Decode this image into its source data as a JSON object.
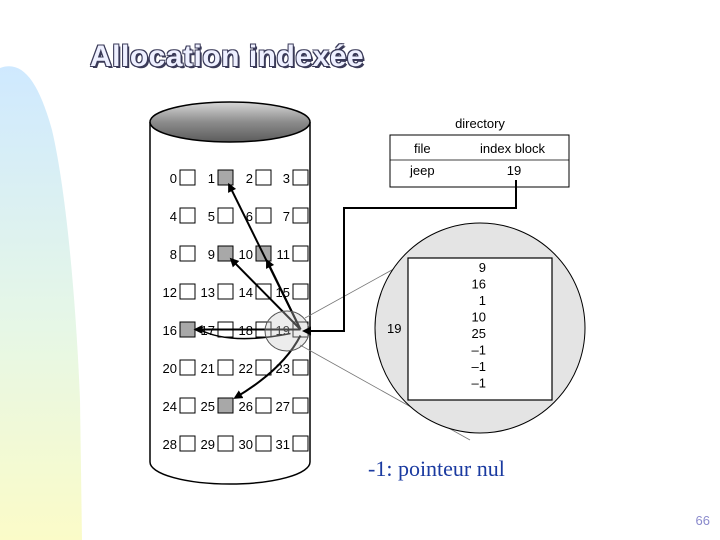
{
  "slide": {
    "title": "Allocation indexée",
    "note": "-1: pointeur nul",
    "page_number": "66"
  },
  "disk": {
    "block_labels": [
      "0",
      "1",
      "2",
      "3",
      "4",
      "5",
      "6",
      "7",
      "8",
      "9",
      "10",
      "11",
      "12",
      "13",
      "14",
      "15",
      "16",
      "17",
      "18",
      "19",
      "20",
      "21",
      "22",
      "23",
      "24",
      "25",
      "26",
      "27",
      "28",
      "29",
      "30",
      "31"
    ],
    "used_blocks": [
      1,
      9,
      10,
      16,
      25
    ]
  },
  "directory": {
    "title": "directory",
    "headers": [
      "file",
      "index block"
    ],
    "rows": [
      {
        "file": "jeep",
        "index_block": "19"
      }
    ]
  },
  "index_block": {
    "label": "19",
    "entries": [
      "9",
      "16",
      "1",
      "10",
      "25",
      "–1",
      "–1",
      "–1"
    ]
  },
  "colors": {
    "title_text": "#eef0ff",
    "title_outline": "#3a3a58",
    "note_text": "#1a3aa0",
    "used_block": "#a8a8a8",
    "free_block": "#ffffff",
    "magnifier_fill": "#e4e4e4"
  }
}
